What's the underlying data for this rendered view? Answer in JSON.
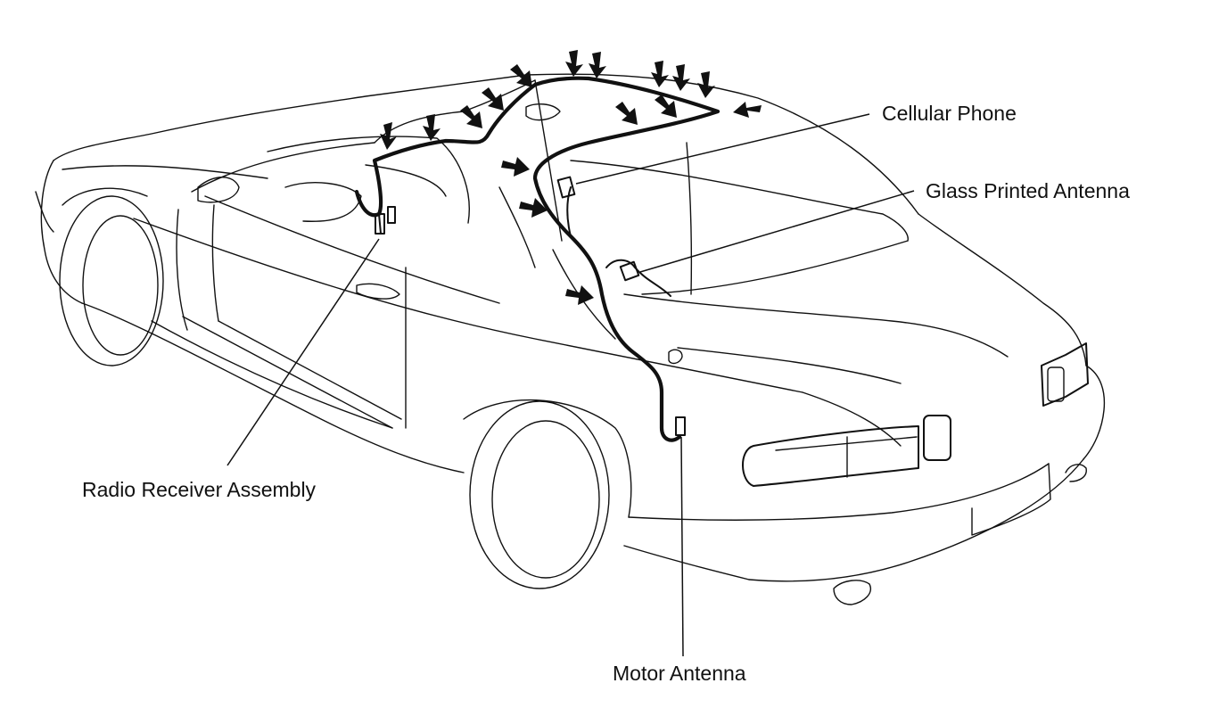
{
  "figure": {
    "labels": {
      "cellular_phone": "Cellular Phone",
      "glass_printed_antenna": "Glass Printed Antenna",
      "radio_receiver_assembly": "Radio Receiver Assembly",
      "motor_antenna": "Motor Antenna"
    },
    "arrow_count": 16,
    "colors": {
      "ink": "#111111",
      "background": "#ffffff"
    }
  }
}
